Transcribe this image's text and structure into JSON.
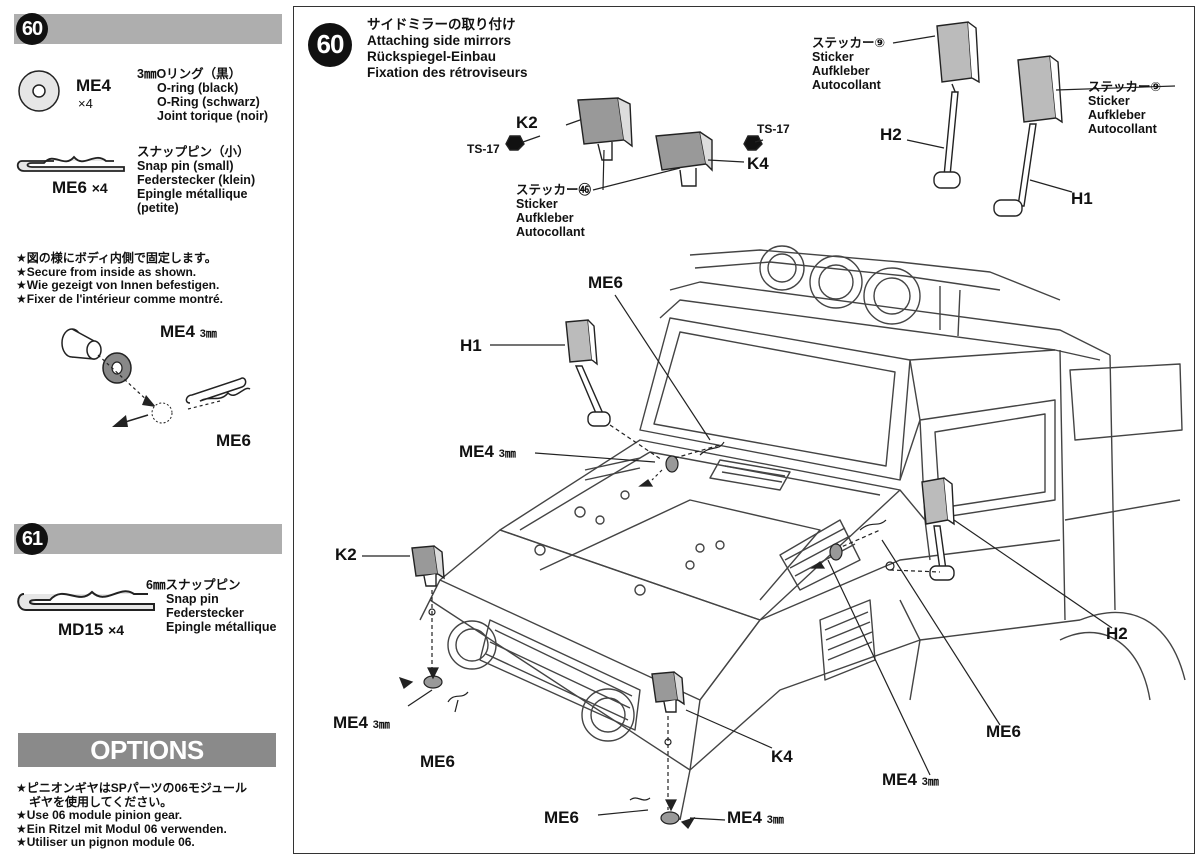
{
  "left": {
    "step60": {
      "number": "60",
      "parts": [
        {
          "code": "ME4",
          "qty": "×4",
          "jp": "3㎜Oリング（黒）",
          "en": "O-ring (black)",
          "de": "O-Ring (schwarz)",
          "fr": "Joint torique (noir)"
        },
        {
          "code": "ME6",
          "qty": "×4",
          "jp": "スナップピン（小）",
          "en": "Snap pin (small)",
          "de": "Federstecker (klein)",
          "fr": "Epingle métallique",
          "fr2": "(petite)"
        }
      ],
      "notes": [
        "★図の様にボディ内側で固定します。",
        "★Secure from inside as shown.",
        "★Wie gezeigt von Innen befestigen.",
        "★Fixer de l'intérieur comme montré."
      ],
      "detail_labels": {
        "me4": "ME4",
        "me4_size": "3㎜",
        "me6": "ME6"
      }
    },
    "step61": {
      "number": "61",
      "part": {
        "code": "MD15",
        "qty": "×4",
        "jp": "6㎜スナップピン",
        "en": "Snap pin",
        "de": "Federstecker",
        "fr": "Epingle métallique"
      }
    },
    "options": {
      "title": "OPTIONS",
      "notes": [
        "★ピニオンギヤはSPパーツの06モジュール",
        "ギヤを使用してください。",
        "★Use 06 module pinion gear.",
        "★Ein Ritzel mit Modul 06 verwenden.",
        "★Utiliser un pignon module 06."
      ]
    }
  },
  "main": {
    "step_number": "60",
    "title_jp": "サイドミラーの取り付け",
    "title_en": "Attaching side mirrors",
    "title_de": "Rückspiegel-Einbau",
    "title_fr": "Fixation des rétroviseurs",
    "sticker46": {
      "jp": "ステッカー㊻",
      "en": "Sticker",
      "de": "Aufkleber",
      "fr": "Autocollant"
    },
    "sticker9a": {
      "jp": "ステッカー⑨",
      "en": "Sticker",
      "de": "Aufkleber",
      "fr": "Autocollant"
    },
    "sticker9b": {
      "jp": "ステッカー⑨",
      "en": "Sticker",
      "de": "Aufkleber",
      "fr": "Autocollant"
    },
    "labels": {
      "k2_top": "K2",
      "ts17_left": "TS-17",
      "ts17_right": "TS-17",
      "k4_top": "K4",
      "h2_top": "H2",
      "h1_top": "H1",
      "me6_top": "ME6",
      "h1_car": "H1",
      "me4_car": "ME4",
      "me4_car_size": "3㎜",
      "k2_car": "K2",
      "h2_car": "H2",
      "me6_right": "ME6",
      "me4_bl": "ME4",
      "me4_bl_size": "3㎜",
      "me6_bl": "ME6",
      "k4_car": "K4",
      "me4_br": "ME4",
      "me4_br_size": "3㎜",
      "me6_bottom": "ME6",
      "me4_bottom": "ME4",
      "me4_bottom_size": "3㎜"
    }
  }
}
